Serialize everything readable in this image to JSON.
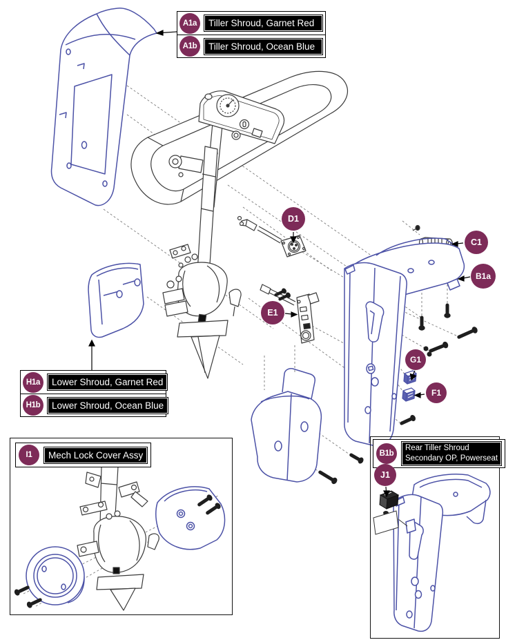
{
  "colors": {
    "callout_bubble": "#7d2b58",
    "part_blue": "#4b51a6",
    "line_art": "#3a3a3a",
    "label_bg": "#000000",
    "label_text": "#ffffff"
  },
  "labels": {
    "a1a": {
      "code": "A1a",
      "text": "Tiller Shroud, Garnet Red"
    },
    "a1b": {
      "code": "A1b",
      "text": "Tiller Shroud, Ocean Blue"
    },
    "h1a": {
      "code": "H1a",
      "text": "Lower Shroud, Garnet Red"
    },
    "h1b": {
      "code": "H1b",
      "text": "Lower Shroud, Ocean Blue"
    },
    "i1": {
      "code": "I1",
      "text": "Mech Lock Cover Assy"
    },
    "b1b": {
      "code": "B1b",
      "line1": "Rear Tiller Shroud",
      "line2": "Secondary OP, Powerseat"
    }
  },
  "callouts": {
    "d1": "D1",
    "c1": "C1",
    "b1a": "B1a",
    "e1": "E1",
    "g1": "G1",
    "f1": "F1",
    "j1": "J1"
  }
}
